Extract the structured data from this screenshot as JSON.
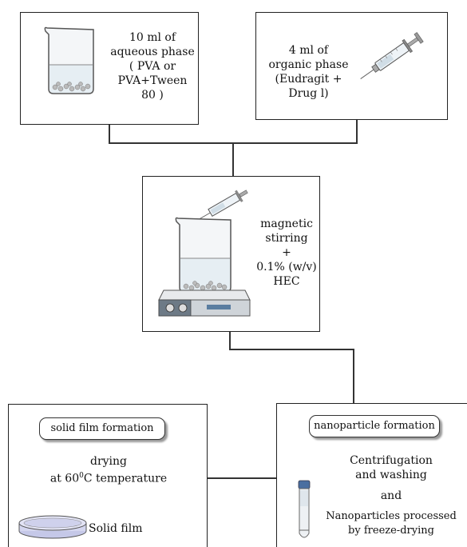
{
  "box_aqueous": {
    "line1": "10 ml of",
    "line2": "aqueous phase",
    "line3": "( PVA or",
    "line4": "PVA+Tween",
    "line5": "80 )"
  },
  "box_organic": {
    "line1": "4 ml of",
    "line2": "organic phase",
    "line3": "(Eudragit +",
    "line4": "Drug l)"
  },
  "box_stirring": {
    "line1": "magnetic",
    "line2": "stirring",
    "line3": "+",
    "line4": "0.1% (w/v)",
    "line5": "HEC"
  },
  "box_film": {
    "header": "solid film formation",
    "line1": "drying",
    "line2a": "at 60",
    "line2sup": "0",
    "line2b": "C temperature",
    "item": "Solid film"
  },
  "box_nano": {
    "header": "nanoparticle  formation",
    "line1": "Centrifugation",
    "line2": "and washing",
    "line3": "and",
    "line4": "Nanoparticles processed",
    "line5": "by freeze-drying"
  },
  "icons": [
    "beaker-icon",
    "syringe-icon",
    "magnetic-stirrer-icon",
    "petri-dish-icon",
    "vial-icon"
  ]
}
